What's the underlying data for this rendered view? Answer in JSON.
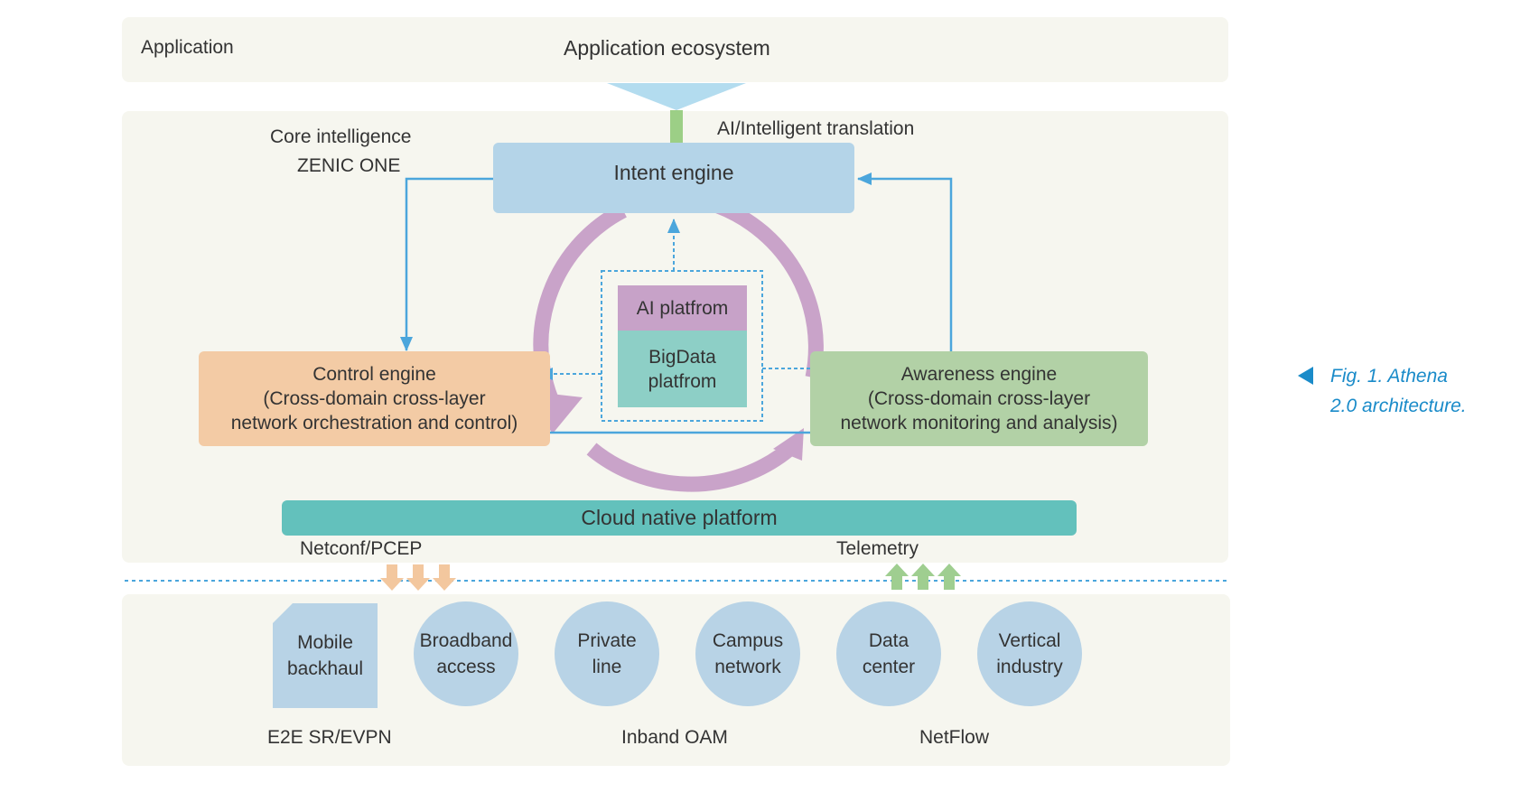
{
  "application_layer": {
    "label": "Application",
    "ecosystem": "Application ecosystem"
  },
  "core": {
    "label_line1": "Core intelligence",
    "label_line2": "ZENIC ONE",
    "ai_translation": "AI/Intelligent translation",
    "intent_engine": "Intent engine",
    "ai_platform": "AI platfrom",
    "bigdata_platform": "BigData\nplatfrom",
    "control_engine": "Control engine\n(Cross-domain cross-layer\nnetwork orchestration and control)",
    "awareness_engine": "Awareness engine\n(Cross-domain cross-layer\nnetwork monitoring and analysis)",
    "cloud_native": "Cloud native platform",
    "netconf": "Netconf/PCEP",
    "telemetry": "Telemetry"
  },
  "network": {
    "items": [
      {
        "label": "Mobile\nbackhaul",
        "shape": "square"
      },
      {
        "label": "Broadband\naccess",
        "shape": "circle"
      },
      {
        "label": "Private\nline",
        "shape": "circle"
      },
      {
        "label": "Campus\nnetwork",
        "shape": "circle"
      },
      {
        "label": "Data\ncenter",
        "shape": "circle"
      },
      {
        "label": "Vertical\nindustry",
        "shape": "circle"
      }
    ],
    "protocols": [
      "E2E SR/EVPN",
      "Inband OAM",
      "NetFlow"
    ]
  },
  "caption": {
    "line1": "Fig. 1. Athena",
    "line2": "2.0 architecture."
  },
  "colors": {
    "panel_bg": "#f6f6ef",
    "intent_blue": "#b4d4e8",
    "control_orange": "#f3cba5",
    "awareness_green": "#b2d1a6",
    "ai_purple": "#c7a2c8",
    "bigdata_teal": "#8dcfc6",
    "cloud_teal": "#63c1bc",
    "cycle_purple": "#c9a3c9",
    "arrow_blue": "#4ba6dc",
    "caption_blue": "#1a8bc9"
  }
}
